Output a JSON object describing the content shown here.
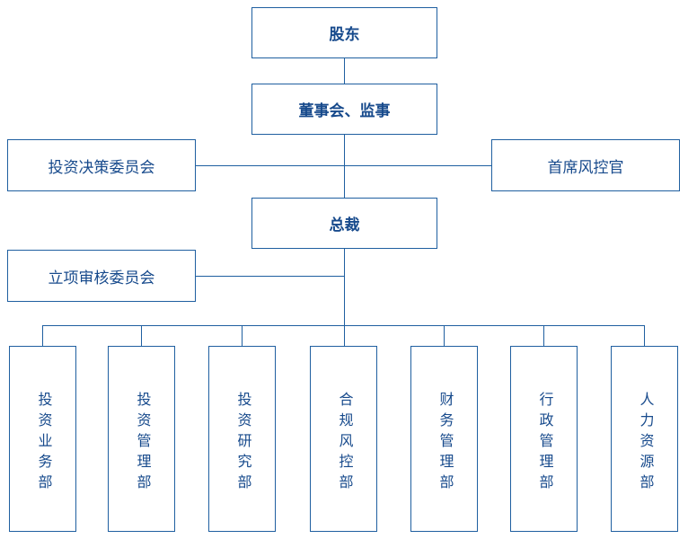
{
  "colors": {
    "border": "#1f5fa0",
    "line": "#1f5fa0",
    "text": "#174a8c",
    "bg": "#ffffff"
  },
  "chart_data": {
    "type": "org-chart",
    "title": "",
    "nodes": {
      "shareholders": "股东",
      "board": "董事会、监事",
      "investment_decision_committee": "投资决策委员会",
      "chief_risk_officer": "首席风控官",
      "president": "总裁",
      "project_review_committee": "立项审核委员会",
      "departments": [
        "投资业务部",
        "投资管理部",
        "投资研究部",
        "合规风控部",
        "财务管理部",
        "行政管理部",
        "人力资源部"
      ]
    },
    "edges": [
      [
        "股东",
        "董事会、监事"
      ],
      [
        "董事会、监事",
        "投资决策委员会"
      ],
      [
        "董事会、监事",
        "首席风控官"
      ],
      [
        "董事会、监事",
        "总裁"
      ],
      [
        "总裁",
        "立项审核委员会"
      ],
      [
        "总裁",
        "投资业务部"
      ],
      [
        "总裁",
        "投资管理部"
      ],
      [
        "总裁",
        "投资研究部"
      ],
      [
        "总裁",
        "合规风控部"
      ],
      [
        "总裁",
        "财务管理部"
      ],
      [
        "总裁",
        "行政管理部"
      ],
      [
        "总裁",
        "人力资源部"
      ]
    ]
  }
}
